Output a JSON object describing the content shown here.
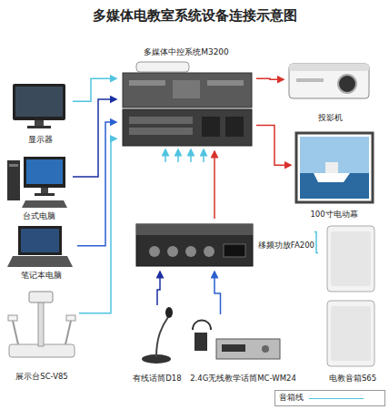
{
  "diagram": {
    "title": "多媒体电教室系统设备连接示意图",
    "nodes": [
      {
        "text": [
          "显示器"
        ]
      },
      {
        "text": [
          "台式电脑"
        ]
      },
      {
        "text": [
          "笔记本电脑"
        ]
      },
      {
        "text": [
          "展示台SC-V85"
        ]
      },
      {
        "text": [
          "多媒体中控系统M3200"
        ]
      },
      {
        "text": [
          "投影机"
        ]
      },
      {
        "text": [
          "100寸电动幕"
        ]
      },
      {
        "text": [
          "移频功放FA200"
        ]
      },
      {
        "text": [
          "有线话筒D18"
        ]
      },
      {
        "text": [
          "2.4G无线教学话筒MC-WM24"
        ]
      },
      {
        "text": [
          "电教音箱S65"
        ]
      }
    ],
    "edges": [
      {
        "from": 0,
        "to": 4,
        "arrow": "to"
      },
      {
        "from": 1,
        "to": 4,
        "arrow": "to"
      },
      {
        "from": 2,
        "to": 4,
        "arrow": "to"
      },
      {
        "from": 3,
        "to": 4,
        "arrow": "to"
      },
      {
        "from": 4,
        "to": 5,
        "arrow": "to"
      },
      {
        "from": 4,
        "to": 6,
        "arrow": "to"
      },
      {
        "from": 7,
        "to": 4,
        "arrow": "to"
      },
      {
        "from": 8,
        "to": 7,
        "arrow": "to"
      },
      {
        "from": 9,
        "to": 7,
        "arrow": "to"
      },
      {
        "from": 7,
        "to": 10,
        "arrow": "none"
      }
    ],
    "legend": [
      {
        "text": "音箱线"
      }
    ]
  }
}
